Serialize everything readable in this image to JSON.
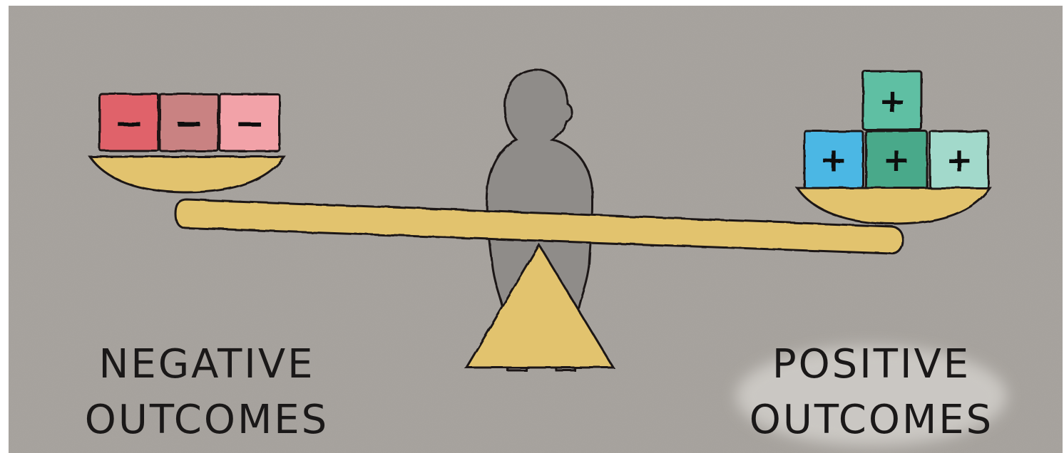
{
  "left_caption": {
    "line1": "NEGATIVE",
    "line2": "OUTCOMES"
  },
  "right_caption": {
    "line1": "POSITIVE",
    "line2": "OUTCOMES"
  },
  "negative_boxes": [
    {
      "sign": "−",
      "color": "#e0626a"
    },
    {
      "sign": "−",
      "color": "#c98282"
    },
    {
      "sign": "−",
      "color": "#f2a2a8"
    }
  ],
  "positive_boxes": [
    {
      "sign": "+",
      "color": "#5fbfa3"
    },
    {
      "sign": "+",
      "color": "#4bb7e4"
    },
    {
      "sign": "+",
      "color": "#4aa98a"
    },
    {
      "sign": "+",
      "color": "#a2d9cb"
    }
  ],
  "colors": {
    "background": "#a5a19c",
    "wood": "#e2c36e",
    "figure": "#8f8c89",
    "outline": "#1a1818"
  }
}
